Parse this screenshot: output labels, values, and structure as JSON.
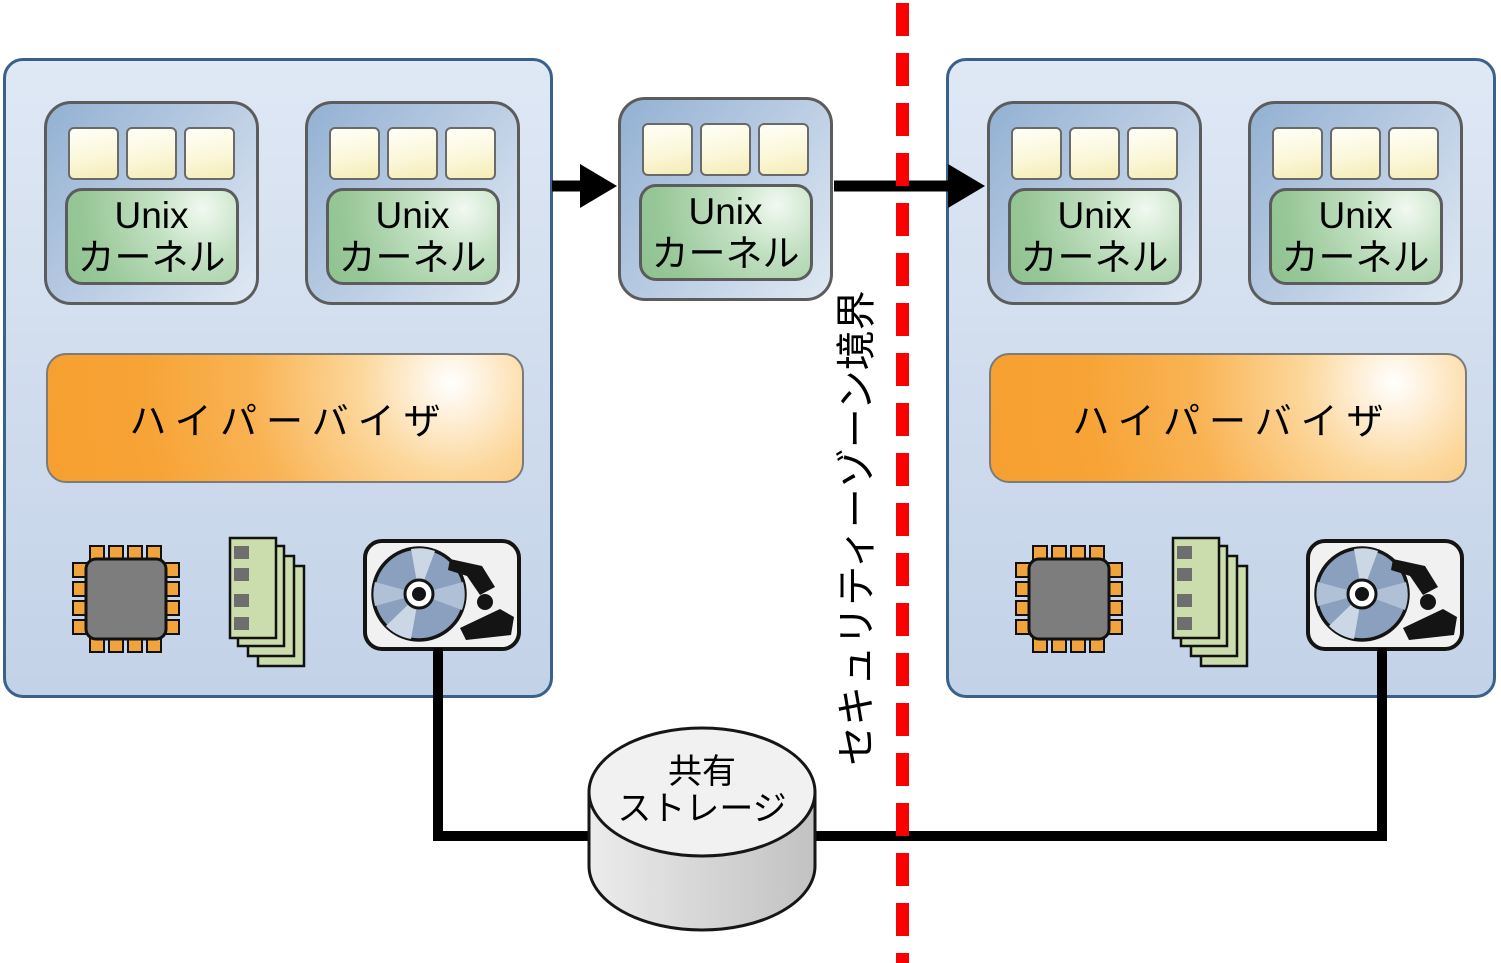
{
  "diagram": {
    "type": "virtualization-live-migration-diagram",
    "security_boundary_label": "セキュリティーゾーン境界",
    "hosts": [
      {
        "side": "left",
        "hypervisor_label": "ハイパーバイザ",
        "vm_count": 2
      },
      {
        "side": "right",
        "hypervisor_label": "ハイパーバイザ",
        "vm_count": 2
      }
    ],
    "vm": {
      "os_line1": "Unix",
      "os_line2": "カーネル",
      "app_blocks_per_vm": 3
    },
    "migrating_vm": {
      "os_line1": "Unix",
      "os_line2": "カーネル"
    },
    "shared_storage": {
      "line1": "共有",
      "line2": "ストレージ"
    },
    "icons": [
      "cpu-chip-icon",
      "memory-modules-icon",
      "disk-drive-icon"
    ],
    "colors": {
      "host_fill_top": "#dfe8f5",
      "host_fill_bottom": "#c3d2e8",
      "host_border": "#39618b",
      "vm_fill_dark": "#93b1d3",
      "vm_fill_light": "#e0e9f4",
      "app_block_fill": "#faf4cc",
      "kernel_green": "#97c797",
      "hypervisor_orange": "#f7a335",
      "cpu_pin_orange": "#f1a33c",
      "memory_green": "#cbdcad",
      "disk_platter_blue": "#8b9fbe",
      "storage_gray": "#f1f1f1",
      "boundary_red": "#fb0000",
      "connector_black": "#000000"
    }
  }
}
